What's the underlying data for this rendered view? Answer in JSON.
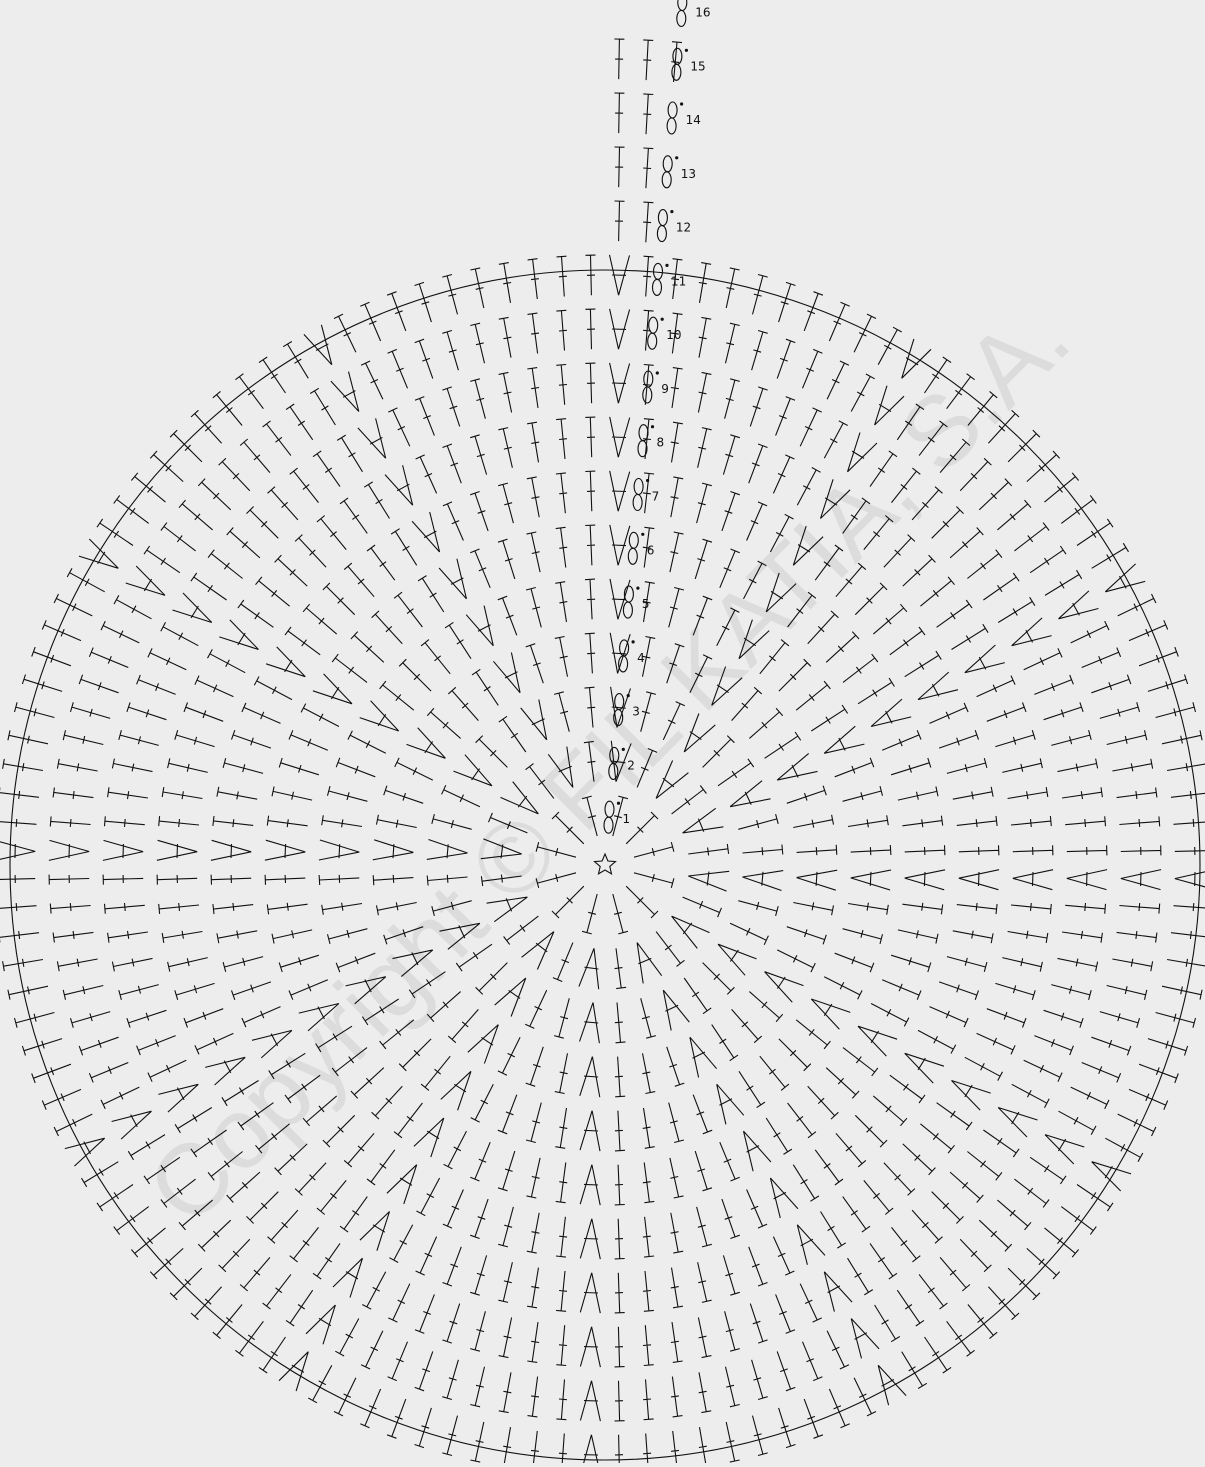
{
  "diagram": {
    "watermark": "Copyright © FIL KATIA, S.A.",
    "rounds": [
      {
        "label": "1"
      },
      {
        "label": "2"
      },
      {
        "label": "3"
      },
      {
        "label": "4"
      },
      {
        "label": "5"
      },
      {
        "label": "6"
      },
      {
        "label": "7"
      },
      {
        "label": "8"
      },
      {
        "label": "9"
      },
      {
        "label": "10"
      },
      {
        "label": "11"
      },
      {
        "label": "12"
      },
      {
        "label": "13"
      },
      {
        "label": "14"
      },
      {
        "label": "15"
      },
      {
        "label": "16"
      }
    ],
    "symbols": {
      "center": "magic-ring-star-icon",
      "stitch": "double-crochet-icon",
      "increase": "double-crochet-increase-icon",
      "turning_chain": "chain-icon",
      "slip_stitch": "slip-stitch-dot-icon"
    },
    "colors": {
      "ink": "#111111",
      "background": "#ededed",
      "watermark": "#cfcfcf"
    }
  }
}
